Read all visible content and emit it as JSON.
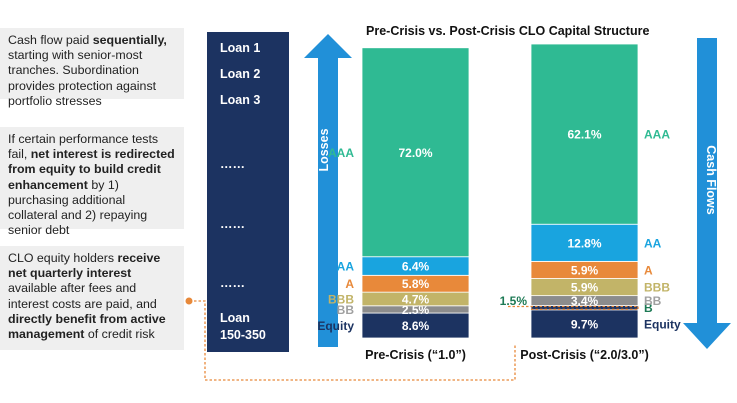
{
  "notes": [
    {
      "segments": [
        {
          "text": "Cash flow paid ",
          "bold": false
        },
        {
          "text": "sequentially,",
          "bold": true
        },
        {
          "text": " starting with senior-most tranches. Subordination provides protection against portfolio stresses",
          "bold": false
        }
      ]
    },
    {
      "segments": [
        {
          "text": "If certain performance tests fail, ",
          "bold": false
        },
        {
          "text": "net interest is redirected from equity to build credit enhancement",
          "bold": true
        },
        {
          "text": " by 1) purchasing additional collateral and 2) repaying senior debt",
          "bold": false
        }
      ]
    },
    {
      "segments": [
        {
          "text": "CLO equity holders ",
          "bold": false
        },
        {
          "text": "receive net quarterly interest",
          "bold": true
        },
        {
          "text": " available after fees and interest costs are paid, and ",
          "bold": false
        },
        {
          "text": "directly benefit from active management",
          "bold": true
        },
        {
          "text": " of credit risk",
          "bold": false
        }
      ]
    }
  ],
  "loans": [
    "Loan 1",
    "Loan 2",
    "Loan 3",
    "……",
    "……",
    "……",
    "Loan",
    "150-350"
  ],
  "arrows": {
    "left": "Losses",
    "right": "Cash Flows"
  },
  "chart_data": {
    "type": "bar",
    "stacked": true,
    "title": "Pre-Crisis vs. Post-Crisis CLO Capital Structure",
    "categories": [
      "Pre-Crisis (“1.0”)",
      "Post-Crisis (“2.0/3.0”)"
    ],
    "series": [
      {
        "name": "Equity",
        "color": "#1c3361",
        "values": [
          8.6,
          9.7
        ],
        "labels": [
          "8.6%",
          "9.7%"
        ]
      },
      {
        "name": "B",
        "color": "#1c3361",
        "values": [
          0,
          1.5
        ],
        "labels": [
          "",
          ""
        ]
      },
      {
        "name": "BB",
        "color": "#8c8c8c",
        "values": [
          2.5,
          3.4
        ],
        "labels": [
          "2.5%",
          "3.4%"
        ]
      },
      {
        "name": "BBB",
        "color": "#c2b468",
        "values": [
          4.7,
          5.9
        ],
        "labels": [
          "4.7%",
          "5.9%"
        ]
      },
      {
        "name": "A",
        "color": "#e8893a",
        "values": [
          5.8,
          5.9
        ],
        "labels": [
          "5.8%",
          "5.9%"
        ]
      },
      {
        "name": "AA",
        "color": "#19a4df",
        "values": [
          6.4,
          12.8
        ],
        "labels": [
          "6.4%",
          "12.8%"
        ]
      },
      {
        "name": "AAA",
        "color": "#2fba93",
        "values": [
          72.0,
          62.1
        ],
        "labels": [
          "72.0%",
          "62.1%"
        ]
      }
    ],
    "annotations": {
      "b_tranche": "1.5%"
    },
    "legend_colors": {
      "AAA": "#2fba93",
      "AA": "#19a4df",
      "A": "#e8893a",
      "BBB": "#c2b468",
      "BB": "#a0a0a0",
      "B": "#1d7a55",
      "Equity": "#1c3361"
    }
  }
}
